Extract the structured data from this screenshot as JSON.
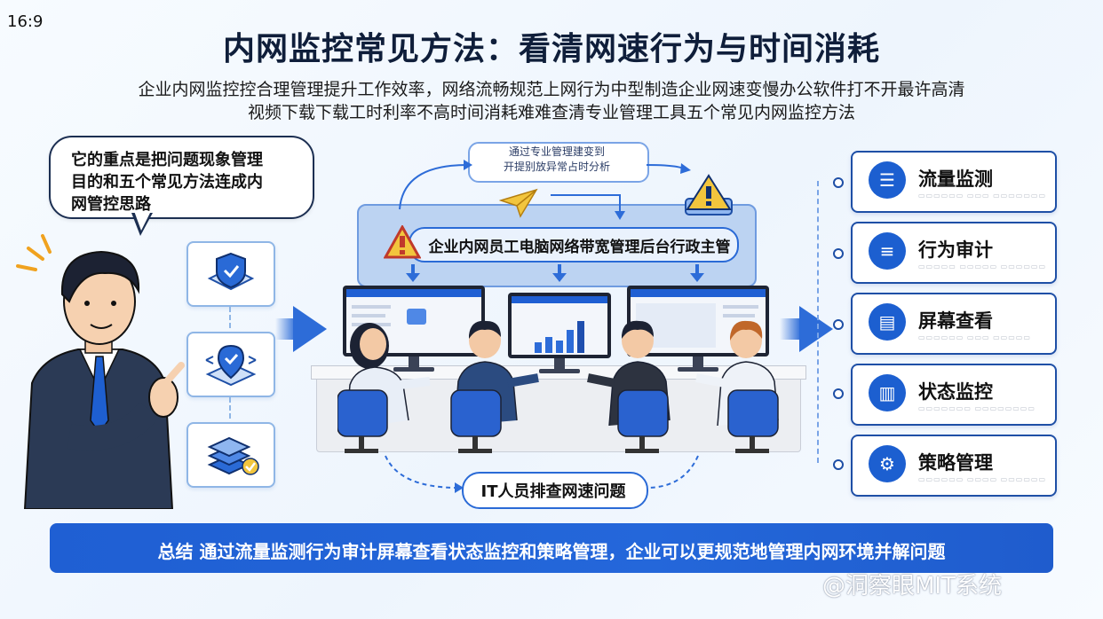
{
  "aspect_label": "16:9",
  "title": "内网监控常见方法：看清网速行为与时间消耗",
  "subtitle_line1": "企业内网监控控合理管理提升工作效率，网络流畅规范上网行为中型制造企业网速变慢办公软件打不开最许高清",
  "subtitle_line2": "视频下载下载工时利率不高时间消耗难难查清专业管理工具五个常见内网监控方法",
  "speech_bubble": {
    "line1": "它的重点是把问题现象管理",
    "line2": "目的和五个常见方法连成内",
    "line3": "网管控思路"
  },
  "center": {
    "top_note_line1": "通过专业管理建变到",
    "top_note_line2": "开提别放异常占时分析",
    "label": "企业内网员工电脑网络带宽管理后台行政主管",
    "it_pill": "IT人员排查网速问题"
  },
  "methods": [
    {
      "title": "流量监测",
      "icon": "database-icon"
    },
    {
      "title": "行为审计",
      "icon": "layers-icon"
    },
    {
      "title": "屏幕查看",
      "icon": "document-icon"
    },
    {
      "title": "状态监控",
      "icon": "bar-chart-icon"
    },
    {
      "title": "策略管理",
      "icon": "gear-icon"
    }
  ],
  "summary": "总结 通过流量监测行为审计屏幕查看状态监控和策略管理，企业可以更规范地管理内网环境并解问题",
  "watermark": "@洞察眼MIT系统",
  "colors": {
    "primary": "#1f5fd3",
    "panel": "#bcd3f2",
    "warning": "#f2c53d"
  }
}
